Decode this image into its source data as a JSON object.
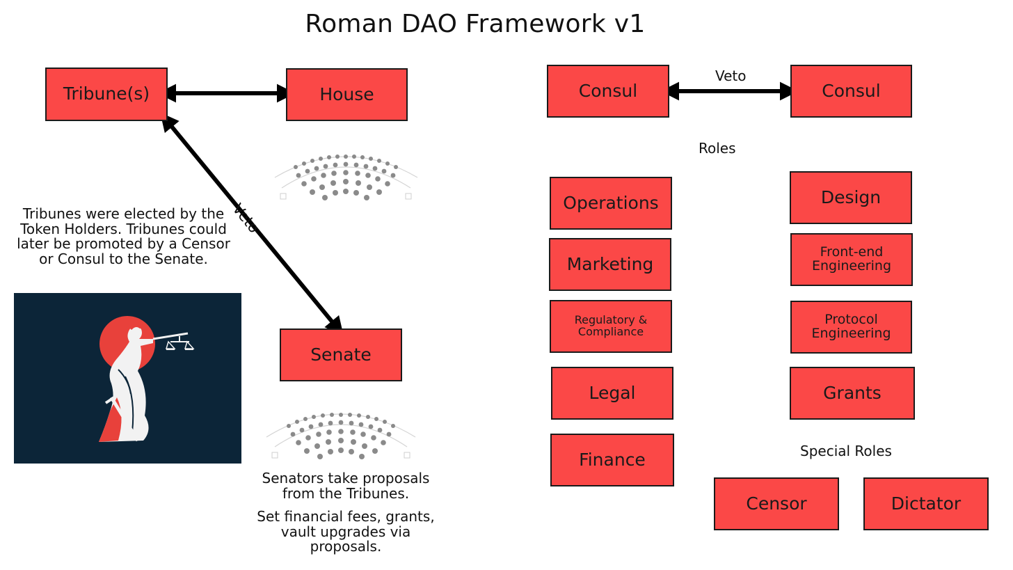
{
  "title": "Roman DAO Framework v1",
  "left_diagram": {
    "tribunes": "Tribune(s)",
    "house": "House",
    "senate": "Senate",
    "veto_label": "Veto",
    "tribunes_note": "Tribunes were elected by the Token Holders. Tribunes could later be promoted by a Censor or Consul to the Senate.",
    "senators_note": "Senators take proposals from the Tribunes.",
    "senate_duties_note": "Set financial fees, grants, vault upgrades via proposals."
  },
  "right_diagram": {
    "consul_left": "Consul",
    "consul_right": "Consul",
    "veto_label": "Veto",
    "roles_heading": "Roles",
    "roles_left": [
      "Operations",
      "Marketing",
      "Regulatory & Compliance",
      "Legal",
      "Finance"
    ],
    "roles_right": [
      "Design",
      "Front-end Engineering",
      "Protocol Engineering",
      "Grants"
    ],
    "special_roles_heading": "Special Roles",
    "special_roles": [
      "Censor",
      "Dictator"
    ]
  },
  "colors": {
    "box_fill": "#fb4847",
    "box_border": "#1a1a1a",
    "panel_background": "#0c2538",
    "accent_red": "#e8413b"
  },
  "icons": [
    "house-seating-icon",
    "senate-seating-icon",
    "lady-justice-illustration"
  ]
}
